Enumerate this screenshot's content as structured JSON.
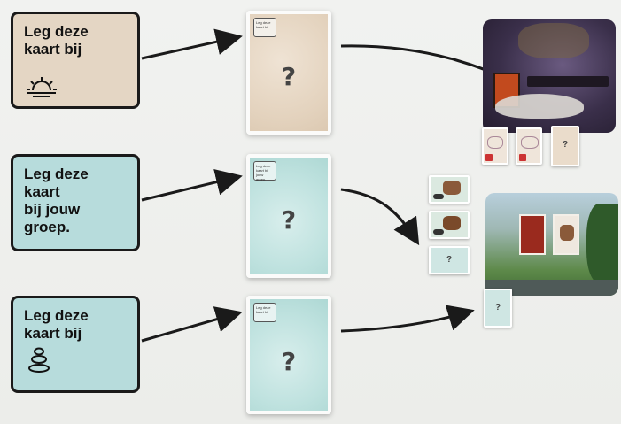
{
  "rows": [
    {
      "label": "Leg deze\nkaart bij",
      "icon": "sunset-icon",
      "mini_text": "Leg deze kaart bij",
      "card_mark": "?"
    },
    {
      "label": "Leg deze\nkaart\nbij jouw\ngroep.",
      "icon": "",
      "mini_text": "Leg deze kaart bij jouw groep.",
      "card_mark": "?"
    },
    {
      "label": "Leg deze\nkaart bij",
      "icon": "stones-icon",
      "mini_text": "Leg deze kaart bij",
      "card_mark": "?"
    }
  ],
  "colors": {
    "sand": "#e4d6c4",
    "teal": "#b7dcdc",
    "arrow": "#1a1a1a"
  },
  "scene_marks": {
    "top_slot": "?",
    "side_slot": "?",
    "bottom_slot": "?"
  }
}
